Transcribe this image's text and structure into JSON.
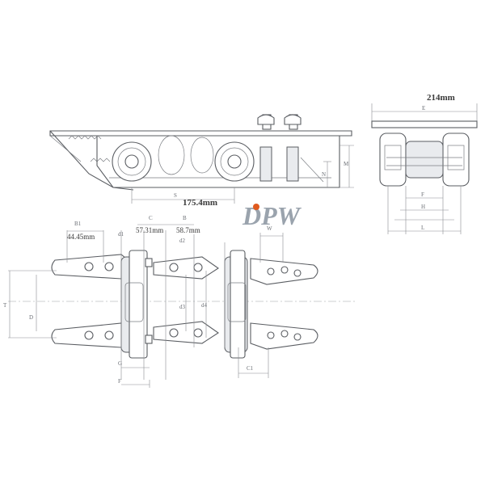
{
  "logo": {
    "text": "DPW",
    "color_primary": "#9aa3ad",
    "color_accent": "#e05a1e"
  },
  "dimensions": {
    "pitch": "175.4mm",
    "overall_width": "214mm",
    "b1_value": "44.45mm",
    "c_value": "57.31mm",
    "b_value": "58.7mm"
  },
  "labels": {
    "b1": "B1",
    "c": "C",
    "b": "B",
    "w": "W",
    "c1": "C1",
    "d1": "d1",
    "d2": "d2",
    "d3": "d3",
    "d4": "d4",
    "s": "S",
    "m": "M",
    "n": "N",
    "e": "E",
    "f": "F",
    "l": "L",
    "h": "H",
    "d": "D",
    "t": "T",
    "g": "G"
  },
  "colors": {
    "line": "#5a5d62",
    "pitch_text": "#5a2fb0",
    "width_text": "#2e5d8c",
    "dim_text": "#3b3b3b"
  }
}
